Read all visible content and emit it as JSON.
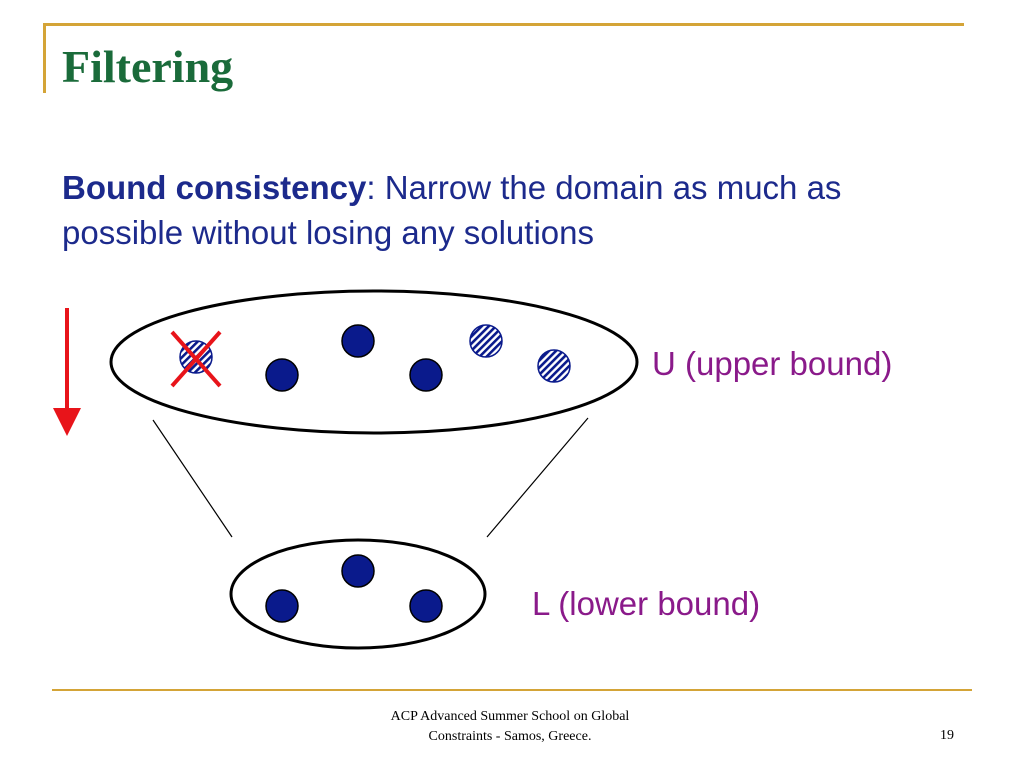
{
  "slide": {
    "title": "Filtering",
    "body_term": "Bound consistency",
    "body_rest": ": Narrow the domain as much as possible without losing any solutions",
    "upper_label": "U (upper bound)",
    "lower_label": "L (lower bound)",
    "footer_line1": "ACP Advanced Summer School on Global",
    "footer_line2": "Constraints -  Samos, Greece.",
    "page_number": "19"
  },
  "colors": {
    "accent": "#d4a437",
    "title": "#1a6b3a",
    "body": "#1c2a8c",
    "label": "#8a1a8a",
    "dot_fill": "#0a1a8c",
    "arrow": "#e8141a"
  },
  "diagram": {
    "upper_set": {
      "solid_dots": 3,
      "hatched_dots": 3,
      "removed_dots": 1
    },
    "lower_set": {
      "solid_dots": 3
    }
  }
}
